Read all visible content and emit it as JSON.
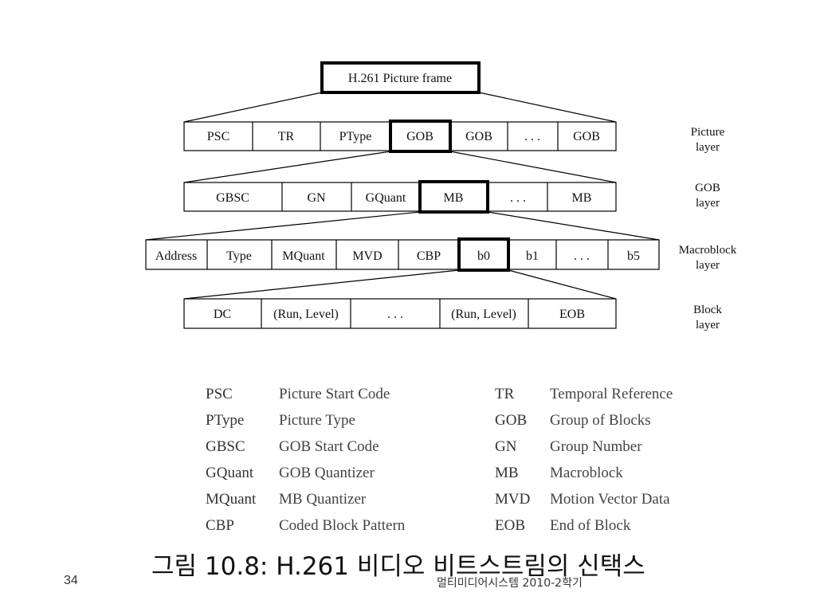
{
  "diagram": {
    "top_box": "H.261 Picture frame",
    "layers": [
      {
        "name_lines": [
          "Picture",
          "layer"
        ],
        "cells": [
          "PSC",
          "TR",
          "PType",
          "GOB",
          "GOB",
          ". . .",
          "GOB"
        ],
        "highlight_index": 3
      },
      {
        "name_lines": [
          "GOB",
          "layer"
        ],
        "cells": [
          "GBSC",
          "GN",
          "GQuant",
          "MB",
          ". . .",
          "MB"
        ],
        "highlight_index": 3
      },
      {
        "name_lines": [
          "Macroblock",
          "layer"
        ],
        "cells": [
          "Address",
          "Type",
          "MQuant",
          "MVD",
          "CBP",
          "b0",
          "b1",
          ". . .",
          "b5"
        ],
        "highlight_index": 5
      },
      {
        "name_lines": [
          "Block",
          "layer"
        ],
        "cells": [
          "DC",
          "(Run, Level)",
          ". . .",
          "(Run, Level)",
          "EOB"
        ],
        "highlight_index": -1
      }
    ]
  },
  "legend": {
    "left": [
      {
        "abbr": "PSC",
        "full": "Picture Start Code"
      },
      {
        "abbr": "PType",
        "full": "Picture Type"
      },
      {
        "abbr": "GBSC",
        "full": "GOB Start Code"
      },
      {
        "abbr": "GQuant",
        "full": "GOB Quantizer"
      },
      {
        "abbr": "MQuant",
        "full": "MB Quantizer"
      },
      {
        "abbr": "CBP",
        "full": "Coded Block Pattern"
      }
    ],
    "right": [
      {
        "abbr": "TR",
        "full": "Temporal Reference"
      },
      {
        "abbr": "GOB",
        "full": "Group of Blocks"
      },
      {
        "abbr": "GN",
        "full": "Group Number"
      },
      {
        "abbr": "MB",
        "full": "Macroblock"
      },
      {
        "abbr": "MVD",
        "full": "Motion Vector Data"
      },
      {
        "abbr": "EOB",
        "full": "End of Block"
      }
    ]
  },
  "caption": "그림 10.8: H.261 비디오 비트스트림의 신택스",
  "slide_number": "34",
  "footer": "멀티미디어시스템   2010-2학기"
}
